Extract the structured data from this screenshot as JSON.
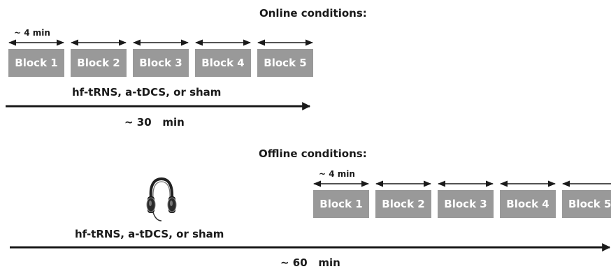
{
  "online": {
    "heading": "Online conditions:",
    "block_duration": "~ 4 min",
    "blocks": [
      "Block 1",
      "Block 2",
      "Block 3",
      "Block 4",
      "Block 5"
    ],
    "stimulation": "hf-tRNS, a-tDCS, or sham",
    "total_duration": "~ 30   min"
  },
  "offline": {
    "heading": "Offline conditions:",
    "block_duration": "~ 4 min",
    "blocks": [
      "Block 1",
      "Block 2",
      "Block 3",
      "Block 4",
      "Block 5"
    ],
    "stimulation": "hf-tRNS, a-tDCS, or sham",
    "total_duration": "~ 60   min",
    "icon": "headphones-icon"
  },
  "colors": {
    "block_fill": "#999999",
    "block_text": "#ffffff",
    "text": "#1a1a1a"
  }
}
